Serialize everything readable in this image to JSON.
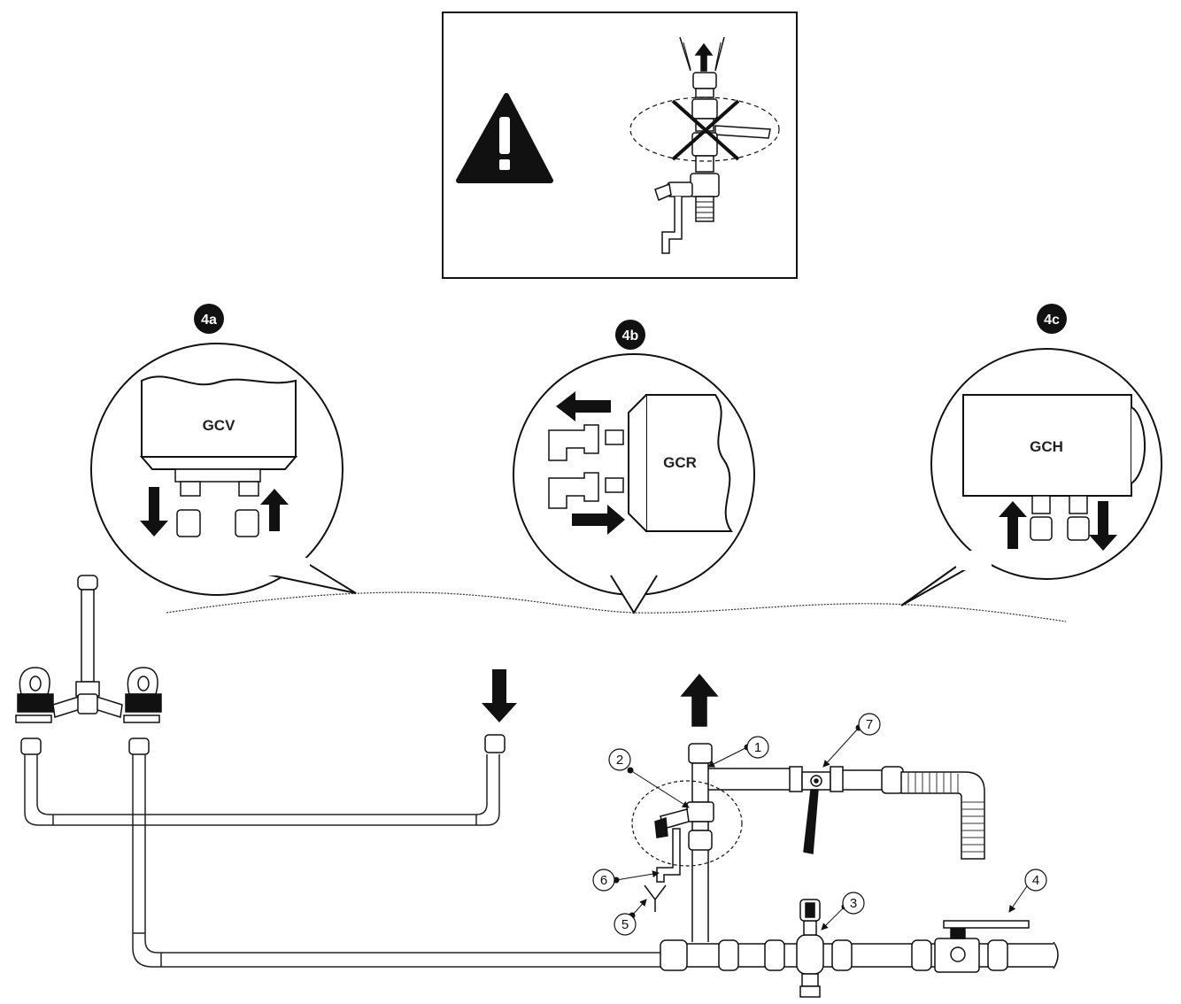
{
  "bubbles": {
    "a": {
      "tag": "4a",
      "label": "GCV"
    },
    "b": {
      "tag": "4b",
      "label": "GCR"
    },
    "c": {
      "tag": "4c",
      "label": "GCH"
    }
  },
  "callouts": [
    "1",
    "2",
    "3",
    "4",
    "5",
    "6",
    "7"
  ],
  "colors": {
    "ink": "#111111",
    "pipe_stroke": "#222222",
    "warning": "#111111"
  },
  "icons": {
    "warning": "warning-triangle-icon"
  }
}
